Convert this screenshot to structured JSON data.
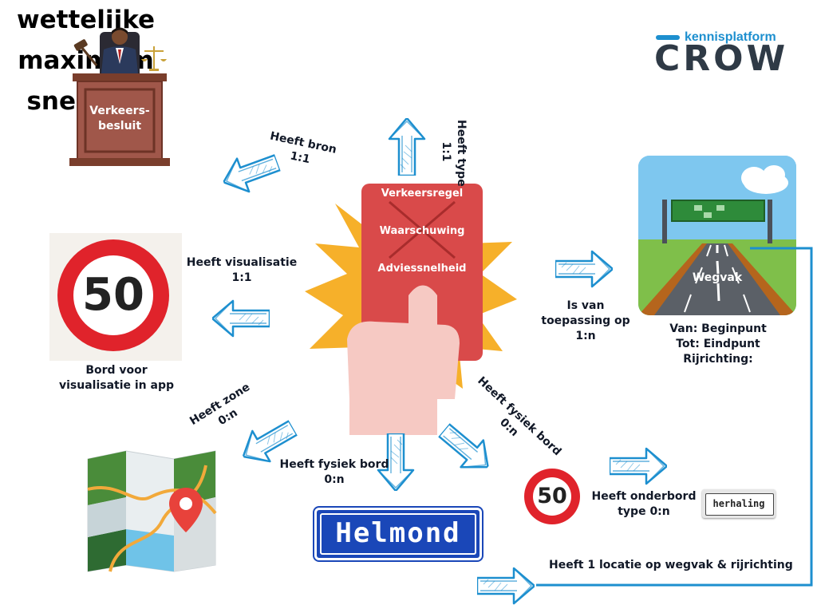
{
  "title": [
    "wettelijke",
    "maximum",
    "snelheid"
  ],
  "logo": {
    "small": "kennisplatform",
    "big": "CROW",
    "color_dark": "#2f3a46",
    "color_accent": "#1d8fcf"
  },
  "card": {
    "items": [
      "Verkeersregel",
      "Waarschuwing",
      "Adviessnelheid"
    ],
    "color": "#d94a4a"
  },
  "nodes": {
    "besluit": "Verkeers-\nbesluit",
    "bord_app": "Bord voor\nvisualisatie in app",
    "wegvak": "Wegvak",
    "wegvak_info": "Van: Beginpunt\nTot: Eindpunt\nRijrichting:",
    "sign_50": "50",
    "helmond": "Helmond",
    "herhaling": "herhaling"
  },
  "relations": {
    "type": "Heeft type\n1:1",
    "bron": "Heeft bron\n1:1",
    "visualisatie": "Heeft visualisatie\n1:1",
    "toepassing": "Is van\ntoepassing op\n1:n",
    "zone": "Heeft zone\n0:n",
    "fysiek_bord_down": "Heeft fysiek bord\n0:n",
    "fysiek_bord_diag": "Heeft fysiek bord\n0:n",
    "onderbord": "Heeft onderbord\ntype 0:n",
    "locatie": "Heeft 1 locatie op wegvak & rijrichting"
  },
  "colors": {
    "arrow": "#1d8fcf",
    "sign_red": "#e0232b",
    "helmond_blue": "#1a47b8",
    "burst": "#f6b02a"
  }
}
